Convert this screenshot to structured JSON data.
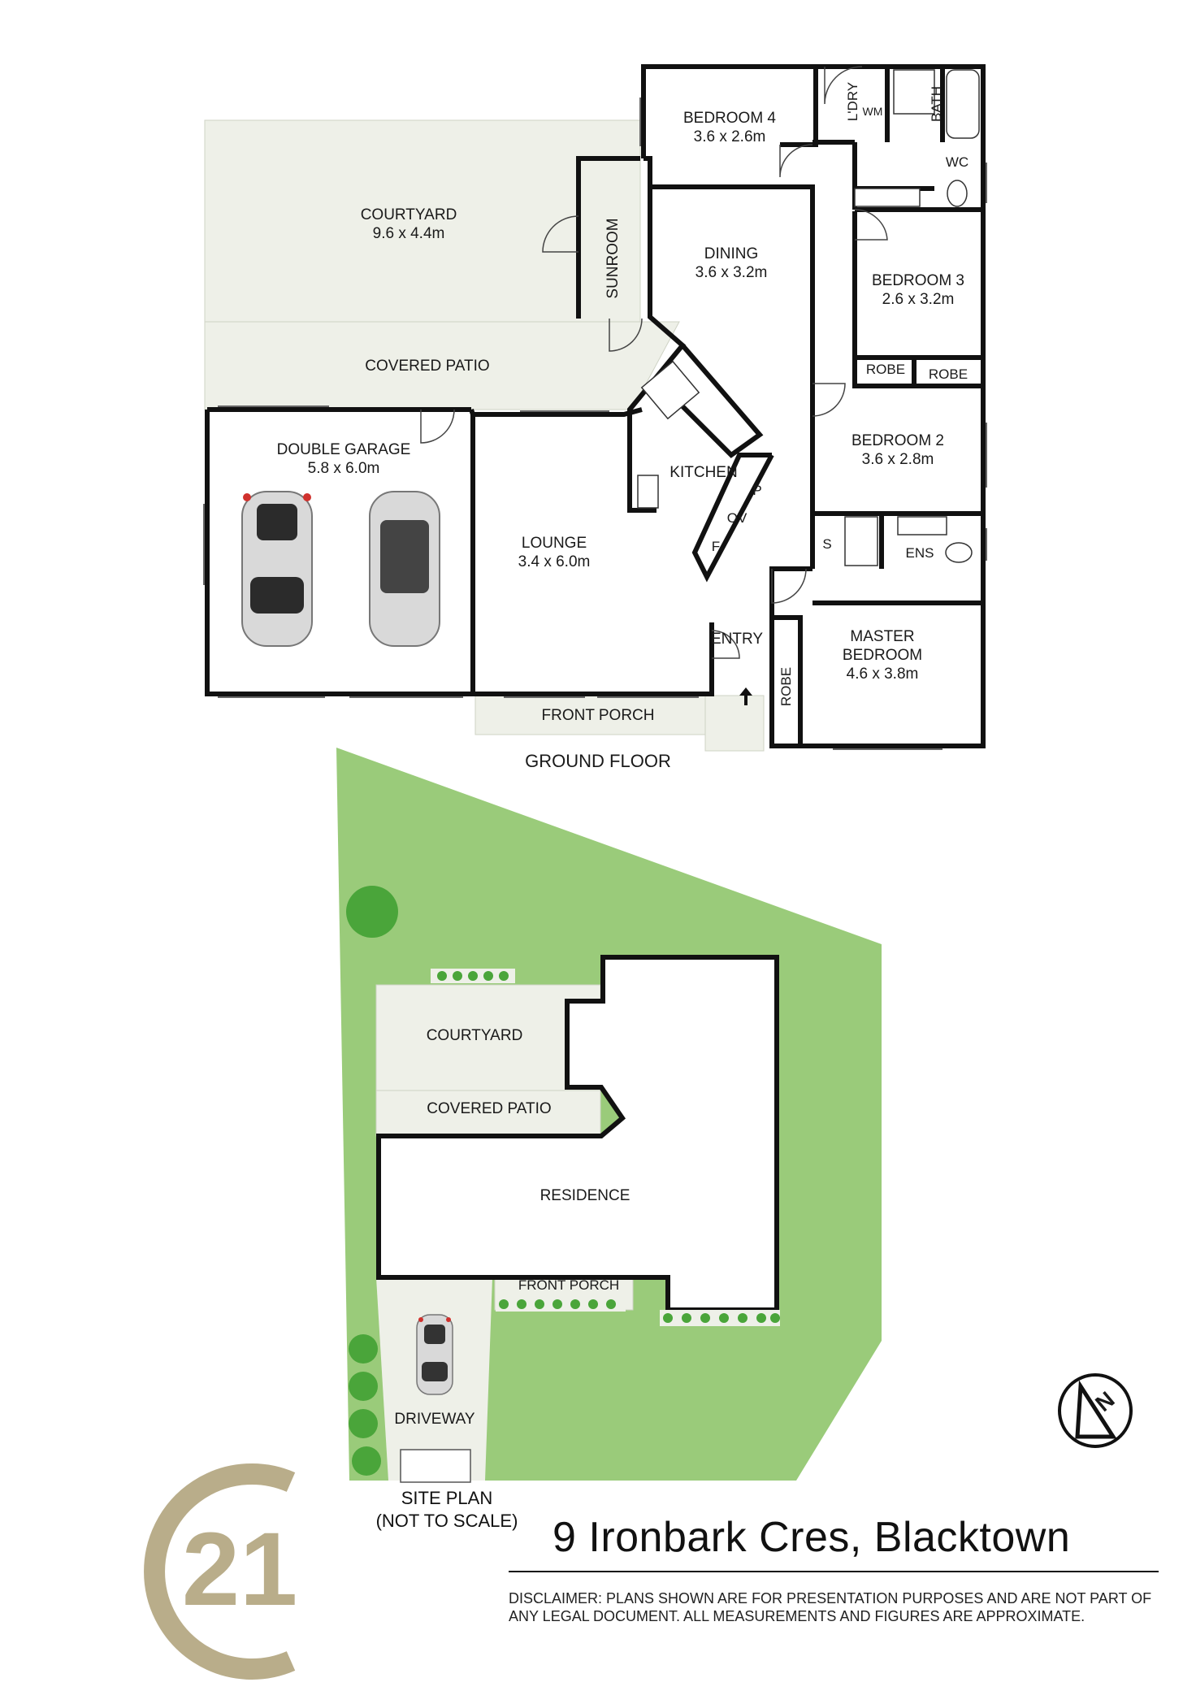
{
  "ground_floor": {
    "caption": "GROUND FLOOR",
    "rooms": {
      "bedroom4": {
        "name": "BEDROOM 4",
        "size": "3.6 x 2.6m"
      },
      "courtyard": {
        "name": "COURTYARD",
        "size": "9.6 x 4.4m"
      },
      "sunroom": {
        "name": "SUNROOM"
      },
      "dining": {
        "name": "DINING",
        "size": "3.6 x 3.2m"
      },
      "bedroom3": {
        "name": "BEDROOM 3",
        "size": "2.6 x 3.2m"
      },
      "covered_patio": {
        "name": "COVERED PATIO"
      },
      "robe_a": {
        "name": "ROBE"
      },
      "robe_b": {
        "name": "ROBE"
      },
      "double_garage": {
        "name": "DOUBLE GARAGE",
        "size": "5.8 x 6.0m"
      },
      "kitchen": {
        "name": "KITCHEN"
      },
      "bedroom2": {
        "name": "BEDROOM 2",
        "size": "3.6 x 2.8m"
      },
      "lounge": {
        "name": "LOUNGE",
        "size": "3.4 x 6.0m"
      },
      "master_bedroom": {
        "name_line1": "MASTER",
        "name_line2": "BEDROOM",
        "size": "4.6 x 3.8m"
      },
      "entry": {
        "name": "ENTRY"
      },
      "robe_master": {
        "name": "ROBE"
      },
      "front_porch": {
        "name": "FRONT PORCH"
      },
      "laundry": {
        "name": "L'DRY"
      },
      "wm": {
        "name": "WM"
      },
      "bath": {
        "name": "BATH"
      },
      "wc": {
        "name": "WC"
      },
      "ens": {
        "name": "ENS"
      },
      "shower": {
        "name": "S"
      },
      "pantry": {
        "name": "P"
      },
      "oven": {
        "name": "OV"
      },
      "fridge": {
        "name": "F"
      }
    }
  },
  "site_plan": {
    "caption_line1": "SITE PLAN",
    "caption_line2": "(NOT TO SCALE)",
    "labels": {
      "courtyard": "COURTYARD",
      "covered_patio": "COVERED PATIO",
      "residence": "RESIDENCE",
      "front_porch": "FRONT PORCH",
      "driveway": "DRIVEWAY"
    }
  },
  "compass": {
    "label": "N"
  },
  "brand": {
    "logo_text": "21",
    "accent_color": "#b9ad8a"
  },
  "listing": {
    "address": "9 Ironbark Cres, Blacktown",
    "disclaimer": "DISCLAIMER:  PLANS SHOWN ARE FOR PRESENTATION PURPOSES AND ARE NOT PART OF ANY LEGAL DOCUMENT. ALL MEASUREMENTS AND FIGURES ARE APPROXIMATE."
  },
  "colors": {
    "wall": "#111111",
    "outdoor_fill": "#eef0e8",
    "lawn": "#9acb7a",
    "tree": "#4aa53a",
    "car_body": "#d9d9d9"
  }
}
